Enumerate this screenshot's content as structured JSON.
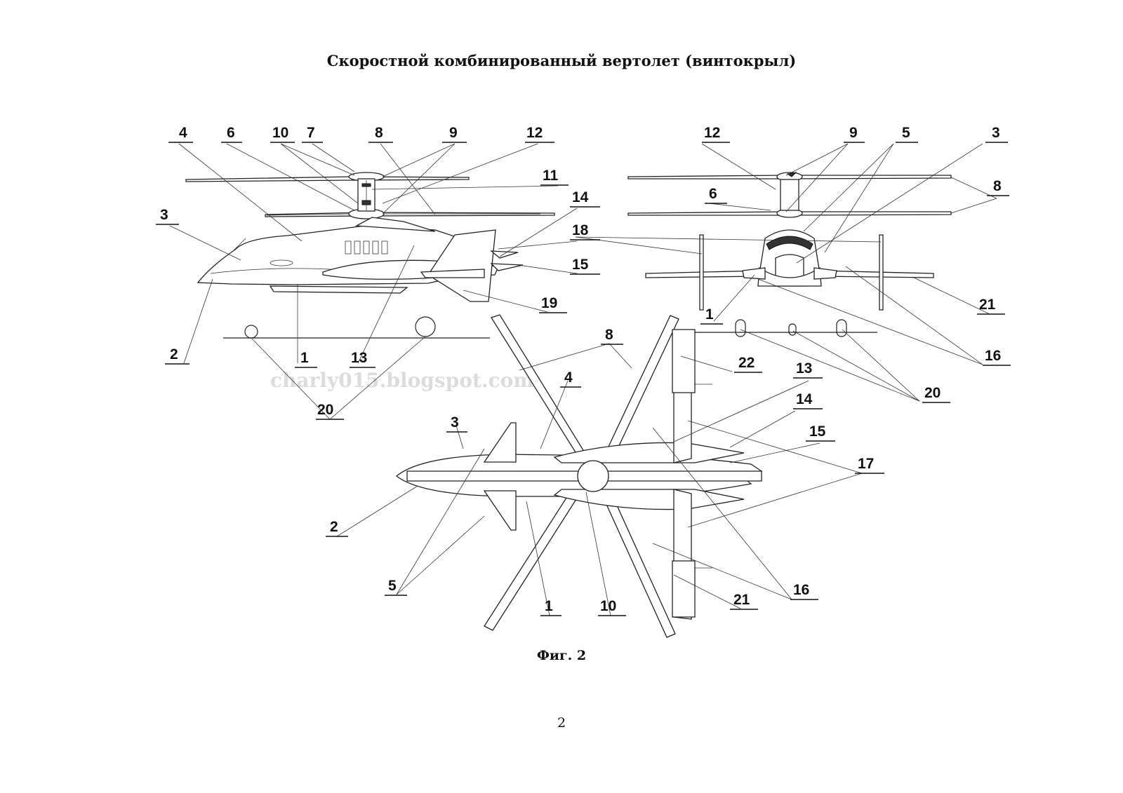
{
  "document": {
    "title": "Скоростной комбинированный вертолет (винтокрыл)",
    "figure_caption": "Фиг. 2",
    "page_number": "2",
    "watermark": "charly015.blogspot.com"
  },
  "side_view": {
    "labels": [
      "4",
      "6",
      "10",
      "7",
      "8",
      "9",
      "12",
      "11",
      "14",
      "18",
      "15",
      "19",
      "3",
      "2",
      "1",
      "13",
      "20"
    ]
  },
  "front_view": {
    "labels": [
      "12",
      "9",
      "5",
      "3",
      "8",
      "6",
      "18",
      "21",
      "1",
      "16",
      "20"
    ]
  },
  "top_view": {
    "labels": [
      "8",
      "22",
      "4",
      "13",
      "14",
      "3",
      "15",
      "17",
      "2",
      "5",
      "1",
      "10",
      "21",
      "16"
    ]
  },
  "colors": {
    "ink": "#222222",
    "paper": "#ffffff",
    "watermark": "#dcdcdc"
  }
}
